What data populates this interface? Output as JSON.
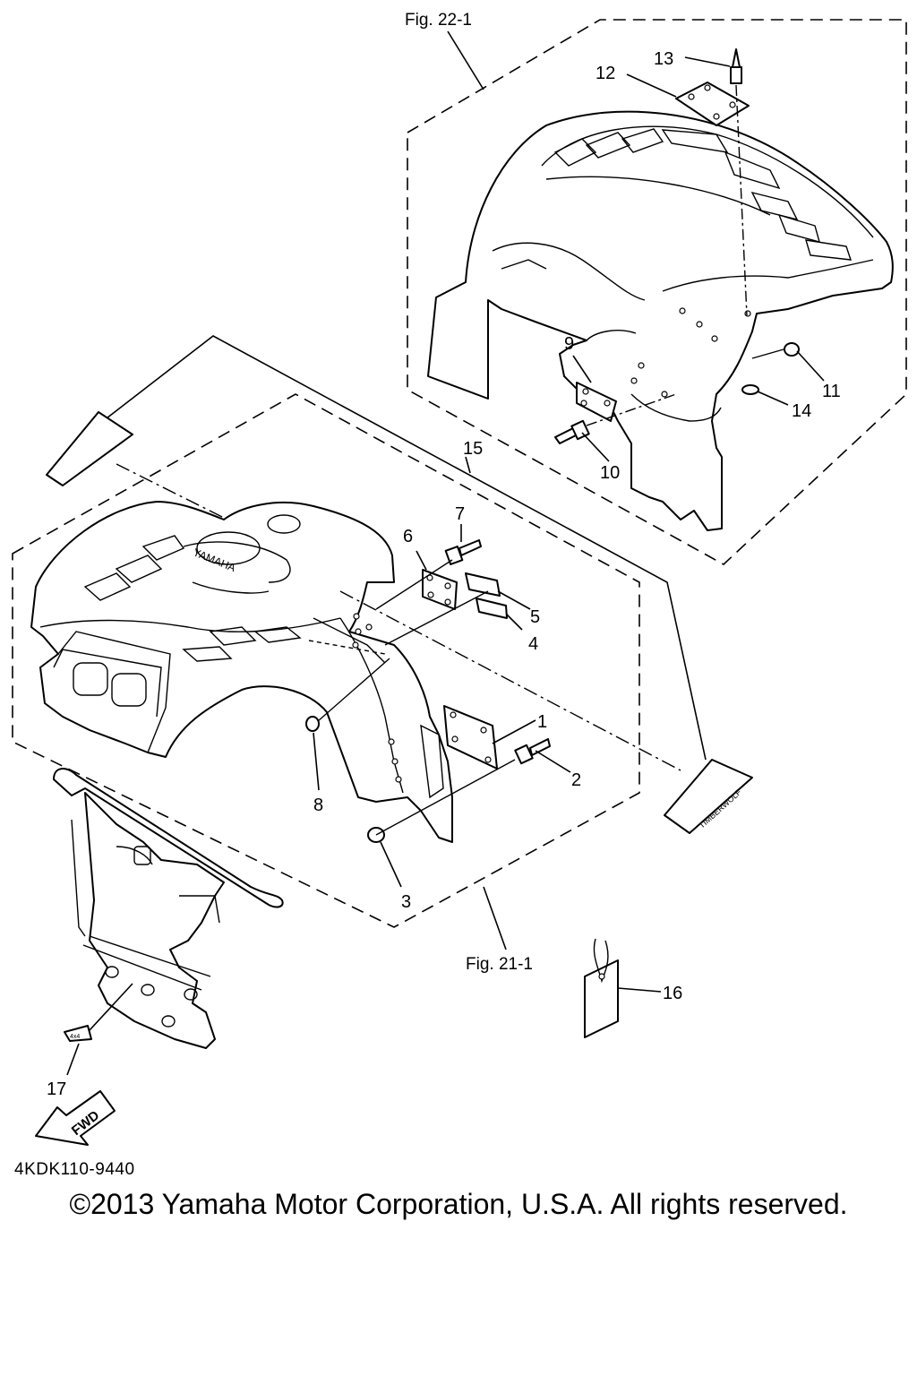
{
  "figure_refs": {
    "rear": "Fig. 22-1",
    "front": "Fig. 21-1"
  },
  "part_labels": [
    "1",
    "2",
    "3",
    "4",
    "5",
    "6",
    "7",
    "8",
    "9",
    "10",
    "11",
    "12",
    "13",
    "14",
    "15",
    "16",
    "17"
  ],
  "decal_texts": {
    "brand": "YAMAHA",
    "arrow": "FWD",
    "timberwolf": "TIMBERWOLF",
    "badge": "4x4"
  },
  "drawing_code": "4KDK110-9440",
  "copyright": "©2013 Yamaha Motor Corporation, U.S.A. All rights reserved."
}
